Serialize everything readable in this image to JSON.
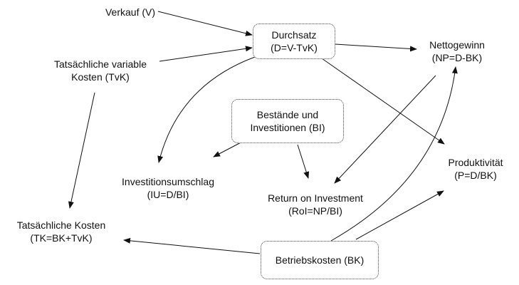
{
  "nodes": {
    "verkauf": {
      "line1": "Verkauf (V)"
    },
    "variable_kosten": {
      "line1": "Tatsächliche variable",
      "line2": "Kosten (TvK)"
    },
    "durchsatz": {
      "line1": "Durchsatz",
      "line2": "(D=V-TvK)"
    },
    "nettogewinn": {
      "line1": "Nettogewinn",
      "line2": "(NP=D-BK)"
    },
    "bestaende": {
      "line1": "Bestände und",
      "line2": "Investitionen (BI)"
    },
    "produktivitaet": {
      "line1": "Produktivität",
      "line2": "(P=D/BK)"
    },
    "investitionsumschlag": {
      "line1": "Investitionsumschlag",
      "line2": "(IU=D/BI)"
    },
    "roi": {
      "line1": "Return on Investment",
      "line2": "(RoI=NP/BI)"
    },
    "tatsaechliche_kosten": {
      "line1": "Tatsächliche Kosten",
      "line2": "(TK=BK+TvK)"
    },
    "betriebskosten": {
      "line1": "Betriebskosten (BK)"
    }
  }
}
